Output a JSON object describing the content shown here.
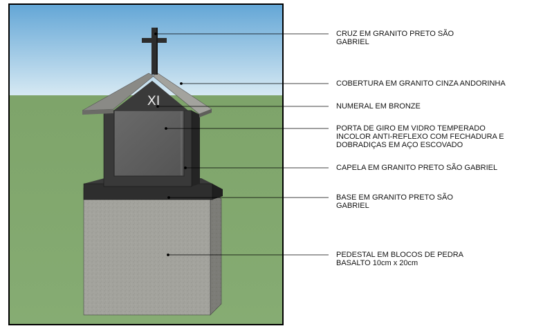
{
  "numeral_text": "XI",
  "callouts": [
    {
      "id": "cruz",
      "text": "CRUZ EM GRANITO PRETO SÃO\nGABRIEL"
    },
    {
      "id": "cobertura",
      "text": "COBERTURA EM GRANITO CINZA ANDORINHA"
    },
    {
      "id": "numeral",
      "text": "NUMERAL EM BRONZE"
    },
    {
      "id": "porta",
      "text": "PORTA DE GIRO EM VIDRO TEMPERADO\nINCOLOR ANTI-REFLEXO COM FECHADURA E\nDOBRADIÇAS EM AÇO ESCOVADO"
    },
    {
      "id": "capela",
      "text": "CAPELA EM GRANITO PRETO SÃO GABRIEL"
    },
    {
      "id": "base",
      "text": "BASE EM GRANITO PRETO SÃO\nGABRIEL"
    },
    {
      "id": "pedestal",
      "text": "PEDESTAL EM BLOCOS DE PEDRA\nBASALTO 10cm  x 20cm"
    }
  ]
}
